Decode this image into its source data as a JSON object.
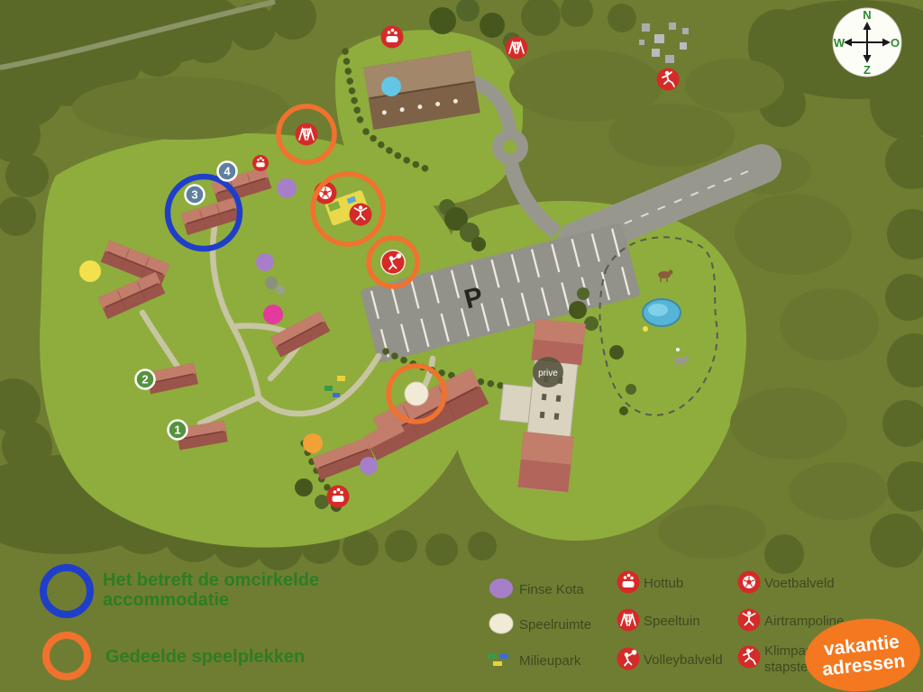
{
  "compass": {
    "north": "N",
    "east": "O",
    "south": "Z",
    "west": "W"
  },
  "map": {
    "parking_label": "P",
    "private_label": "prive",
    "accommodation_markers": [
      "1",
      "2",
      "3",
      "4"
    ]
  },
  "legend": {
    "accommodation_note": {
      "line1": "Het betreft de omcirkelde",
      "line2": "accommodatie"
    },
    "shared_playgrounds": "Gedeelde speelplekken",
    "items": [
      {
        "icon": "finse-kota-icon",
        "label": "Finse Kota"
      },
      {
        "icon": "speelruimte-icon",
        "label": "Speelruimte"
      },
      {
        "icon": "milieupark-icon",
        "label": "Milieupark"
      },
      {
        "icon": "hottub-icon",
        "label": "Hottub"
      },
      {
        "icon": "speeltuin-icon",
        "label": "Speeltuin"
      },
      {
        "icon": "volleybalveld-icon",
        "label": "Volleybalveld"
      },
      {
        "icon": "voetbalveld-icon",
        "label": "Voetbalveld"
      },
      {
        "icon": "airtrampoline-icon",
        "label": "Airtrampoline"
      },
      {
        "icon": "klimparcours-icon",
        "label_line1": "Klimparcours",
        "label_line2": "stapstenen"
      }
    ]
  },
  "logo": {
    "line1": "vakantie",
    "line2": "adressen"
  },
  "colors": {
    "background_olive": "#6f7d33",
    "forest_dark": "#5b6928",
    "field_light": "#8fad3c",
    "road_gray": "#98978e",
    "roof_red": "#b2665b",
    "icon_red": "#d42b28",
    "ring_blue": "#1f3fc8",
    "ring_orange": "#f0722e",
    "marker_green": "#55923e",
    "marker_slate": "#5e7f9e",
    "legend_heading_green": "#2e7d22",
    "logo_orange": "#f4781f",
    "finse_kota_purple": "#a77fc9",
    "speelruimte_cream": "#f1ead6",
    "pond_blue": "#56b4d6"
  }
}
